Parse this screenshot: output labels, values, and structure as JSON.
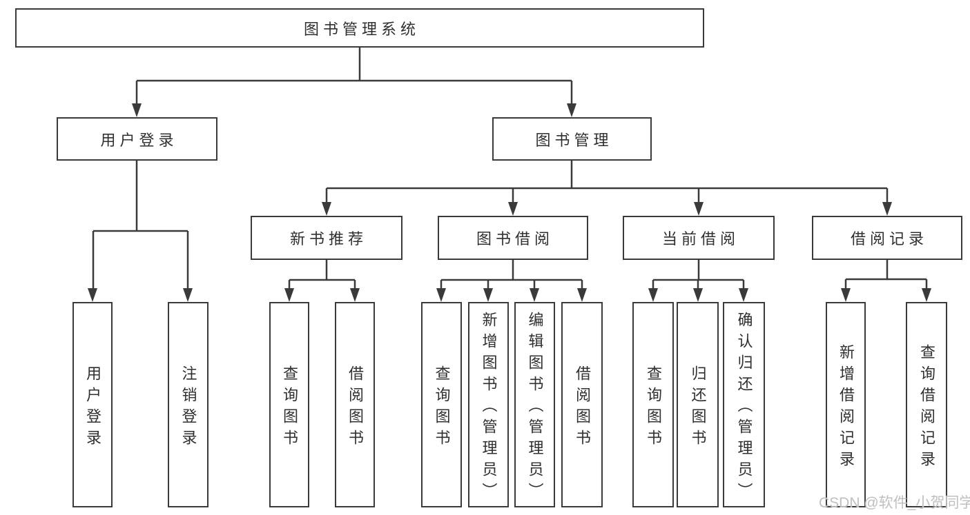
{
  "diagram": {
    "type": "hierarchy-structure-diagram",
    "root": {
      "label": "图书管理系统"
    },
    "branches": [
      {
        "label": "用户登录",
        "leaves": [
          "用户登录",
          "注销登录"
        ]
      },
      {
        "label": "图书管理",
        "children": [
          {
            "label": "新书推荐",
            "leaves": [
              "查询图书",
              "借阅图书"
            ]
          },
          {
            "label": "图书借阅",
            "leaves": [
              "查询图书",
              "新增图书（管理员）",
              "编辑图书（管理员）",
              "借阅图书"
            ]
          },
          {
            "label": "当前借阅",
            "leaves": [
              "查询图书",
              "归还图书",
              "确认归还（管理员）"
            ]
          },
          {
            "label": "借阅记录",
            "leaves": [
              "新增借阅记录",
              "查询借阅记录"
            ]
          }
        ]
      }
    ],
    "watermark": "CSDN @软件_小贺同学",
    "colors": {
      "line": "#3a3a3a",
      "box_border": "#3a3a3a",
      "box_fill": "#ffffff",
      "text": "#2f2f2f",
      "watermark": "#bfbfbf",
      "background": "#ffffff"
    }
  }
}
